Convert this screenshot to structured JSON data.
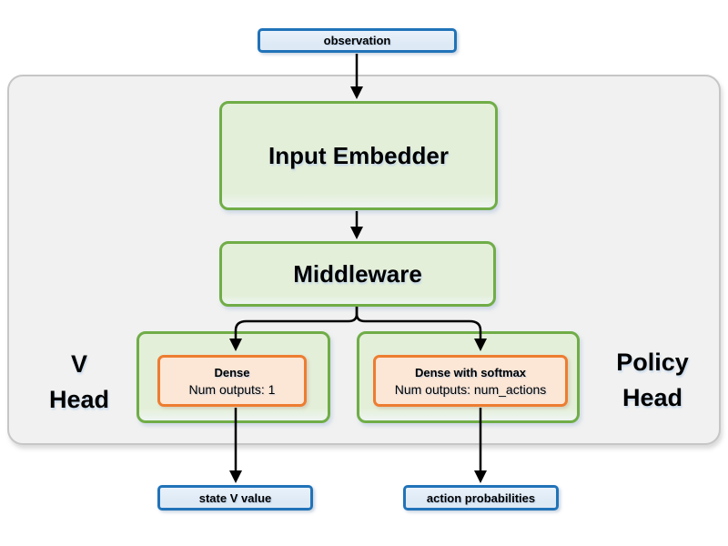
{
  "colors": {
    "io_fill": "#dde9f5",
    "io_border": "#2173b8",
    "block_fill": "#e4efd9",
    "block_border": "#70ad47",
    "dense_fill": "#fce6d5",
    "dense_border": "#ed7d31",
    "container_fill": "#f1f1f1",
    "container_border": "#c6c6c6",
    "arrow": "#000000"
  },
  "nodes": {
    "observation": {
      "label": "observation"
    },
    "input_embedder": {
      "label": "Input Embedder"
    },
    "middleware": {
      "label": "Middleware"
    },
    "v_head": {
      "group_label_line1": "V",
      "group_label_line2": "Head",
      "dense_title": "Dense",
      "dense_subtitle": "Num outputs: 1"
    },
    "policy_head": {
      "group_label_line1": "Policy",
      "group_label_line2": "Head",
      "dense_title": "Dense with softmax",
      "dense_subtitle": "Num outputs: num_actions"
    },
    "state_v_value": {
      "label": "state V value"
    },
    "action_probabilities": {
      "label": "action probabilities"
    }
  }
}
